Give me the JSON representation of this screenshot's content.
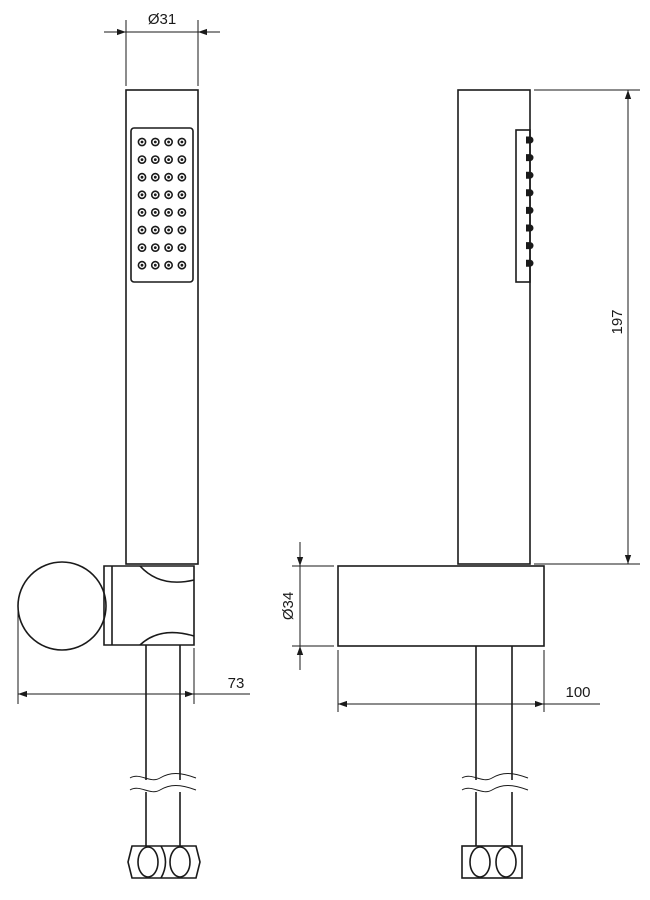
{
  "dimensions": {
    "handle_diameter": "Ø31",
    "handle_length": "197",
    "holder_diameter": "Ø34",
    "holder_depth_front": "73",
    "holder_depth_side": "100"
  },
  "colors": {
    "line": "#1a1a1a",
    "background": "#ffffff"
  }
}
